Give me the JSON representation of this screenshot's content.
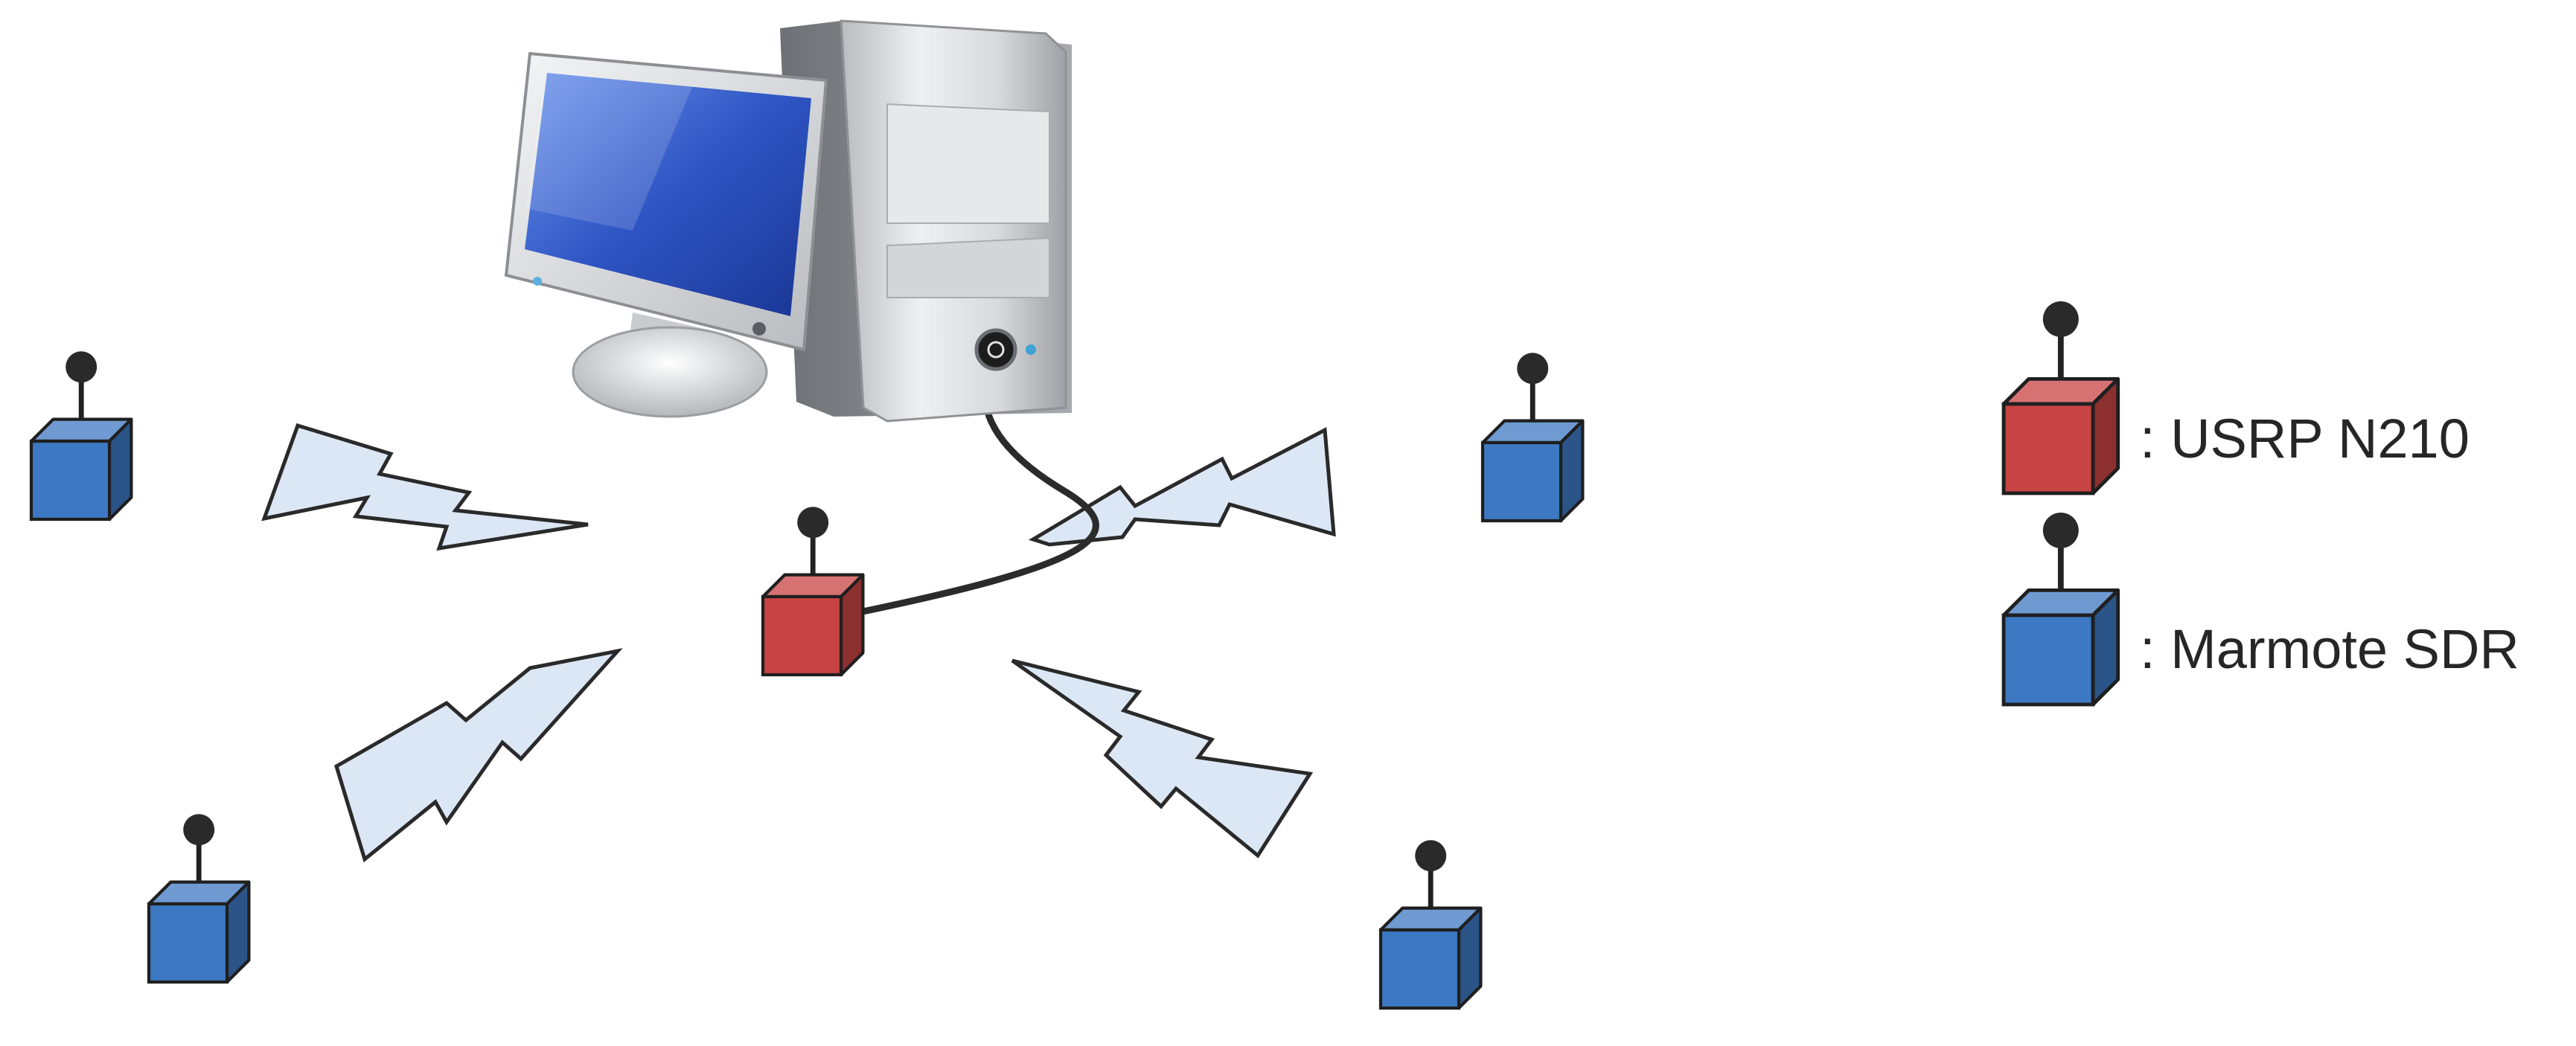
{
  "legend": {
    "items": [
      {
        "label": ": USRP N210",
        "node_type": "usrp",
        "color": "#c84343"
      },
      {
        "label": ": Marmote SDR",
        "node_type": "marmote",
        "color": "#3d78c2"
      }
    ]
  },
  "nodes": {
    "central": {
      "type": "usrp",
      "color": "#c84343"
    },
    "peripheral": [
      {
        "type": "marmote",
        "color": "#3d78c2"
      },
      {
        "type": "marmote",
        "color": "#3d78c2"
      },
      {
        "type": "marmote",
        "color": "#3d78c2"
      },
      {
        "type": "marmote",
        "color": "#3d78c2"
      }
    ]
  },
  "host_computer": {
    "icon": "desktop-computer-icon",
    "screen_color": "#2e55c4"
  },
  "links": {
    "icon": "lightning-bolt-icon",
    "fill": "#dce7f5",
    "stroke": "#2a2a2a",
    "count": 4
  },
  "cable_color": "#2b2b2b"
}
